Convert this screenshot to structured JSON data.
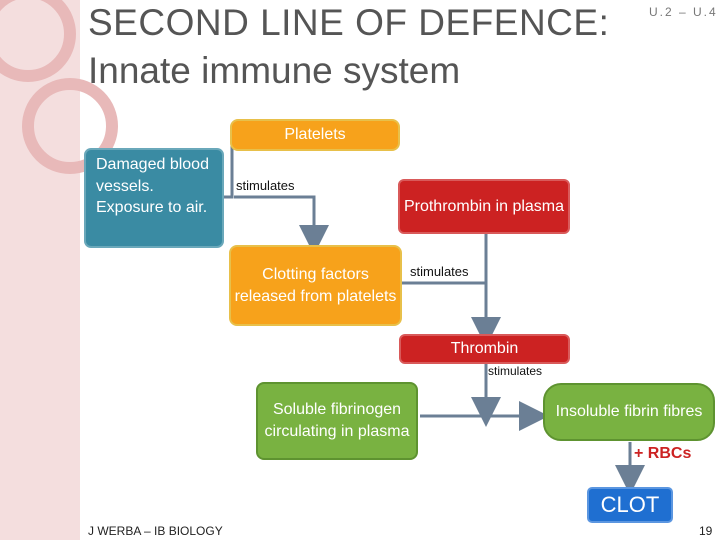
{
  "slide": {
    "title_line1": "SECOND LINE OF DEFENCE:",
    "title_line2": "Innate immune system",
    "unit_code": "U.2 – U.4",
    "footer": "J WERBA – IB BIOLOGY",
    "page_number": "19"
  },
  "diagram": {
    "platelets": "Platelets",
    "damaged": "Damaged blood vessels. Exposure to air.",
    "prothrombin": "Prothrombin in plasma",
    "clotting_factors": "Clotting factors released from platelets",
    "thrombin": "Thrombin",
    "fibrinogen": "Soluble fibrinogen circulating in plasma",
    "fibrin": "Insoluble fibrin fibres",
    "plus_rbcs": "+ RBCs",
    "clot": "CLOT",
    "stimulates_1": "stimulates",
    "stimulates_2": "stimulates",
    "stimulates_3": "stimulates"
  },
  "colors": {
    "orange": "#f7a21b",
    "red": "#cc2222",
    "teal": "#3a8ba3",
    "green": "#79b241",
    "blue": "#1f6fd1",
    "arrow": "#6b7f95"
  }
}
